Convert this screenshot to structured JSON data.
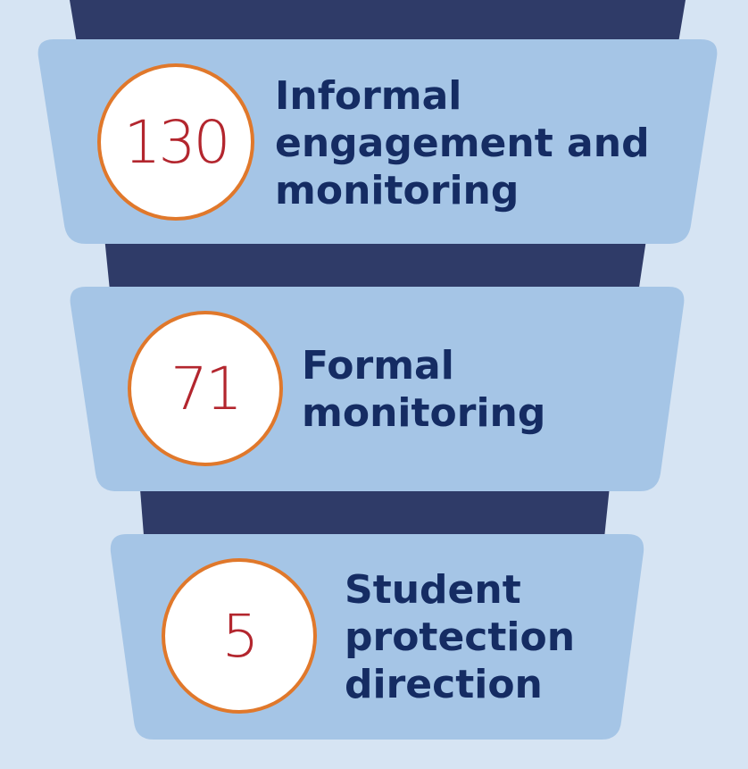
{
  "colors": {
    "background": "#d6e4f3",
    "connector": "#2f3b68",
    "band": "#a5c5e6",
    "circle_fill": "#ffffff",
    "circle_border": "#e0782b",
    "number_text": "#b3262e",
    "label_text": "#152c63"
  },
  "stages": [
    {
      "number": "130",
      "label": "Informal\nengagement and\nmonitoring"
    },
    {
      "number": "71",
      "label": "Formal\nmonitoring"
    },
    {
      "number": "5",
      "label": "Student\nprotection\ndirection"
    }
  ]
}
